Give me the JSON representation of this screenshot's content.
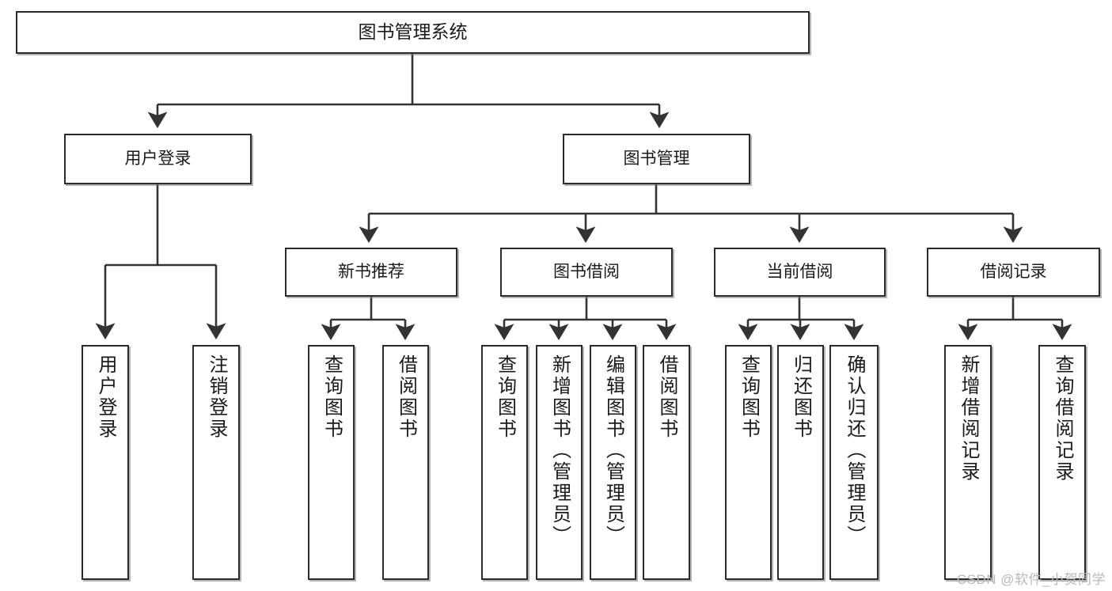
{
  "diagram": {
    "title": "图书管理系统",
    "type": "tree",
    "root": {
      "id": "root",
      "label": "图书管理系统"
    },
    "level2": [
      {
        "id": "user-login",
        "label": "用户登录"
      },
      {
        "id": "book-manage",
        "label": "图书管理"
      }
    ],
    "level3": [
      {
        "id": "new-book-rec",
        "label": "新书推荐",
        "parent": "book-manage"
      },
      {
        "id": "book-borrow",
        "label": "图书借阅",
        "parent": "book-manage"
      },
      {
        "id": "current-borrow",
        "label": "当前借阅",
        "parent": "book-manage"
      },
      {
        "id": "borrow-record",
        "label": "借阅记录",
        "parent": "book-manage"
      }
    ],
    "leaves": [
      {
        "id": "leaf-user-login",
        "label": "用户登录",
        "parent": "user-login"
      },
      {
        "id": "leaf-logout",
        "label": "注销登录",
        "parent": "user-login"
      },
      {
        "id": "leaf-query-book-1",
        "label": "查询图书",
        "parent": "new-book-rec"
      },
      {
        "id": "leaf-borrow-book-1",
        "label": "借阅图书",
        "parent": "new-book-rec"
      },
      {
        "id": "leaf-query-book-2",
        "label": "查询图书",
        "parent": "book-borrow"
      },
      {
        "id": "leaf-add-book",
        "label": "新增图书（管理员）",
        "parent": "book-borrow"
      },
      {
        "id": "leaf-edit-book",
        "label": "编辑图书（管理员）",
        "parent": "book-borrow"
      },
      {
        "id": "leaf-borrow-book-2",
        "label": "借阅图书",
        "parent": "book-borrow"
      },
      {
        "id": "leaf-query-book-3",
        "label": "查询图书",
        "parent": "current-borrow"
      },
      {
        "id": "leaf-return-book",
        "label": "归还图书",
        "parent": "current-borrow"
      },
      {
        "id": "leaf-confirm-return",
        "label": "确认归还（管理员）",
        "parent": "current-borrow"
      },
      {
        "id": "leaf-add-record",
        "label": "新增借阅记录",
        "parent": "borrow-record"
      },
      {
        "id": "leaf-query-record",
        "label": "查询借阅记录",
        "parent": "borrow-record"
      }
    ],
    "colors": {
      "box_border": "#2b2b2b",
      "box_fill": "#ffffff",
      "edge": "#333333",
      "text": "#1a1a1a",
      "watermark": "#b9b9b9"
    }
  },
  "watermark": {
    "text": "CSDN @软件_小贺同学"
  }
}
